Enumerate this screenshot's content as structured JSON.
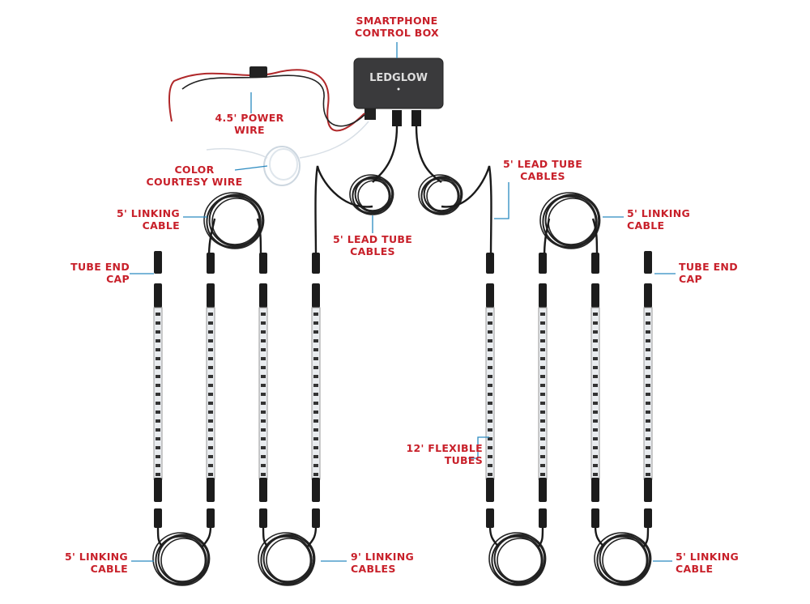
{
  "colors": {
    "label": "#c8202a",
    "leader": "#2a8ac0",
    "cable": "#1a1a1a",
    "box": "#3a3a3c",
    "power_red": "#b0282a"
  },
  "control_box": {
    "brand_logo": "LEDGLOW"
  },
  "labels": {
    "control_box": [
      "SMARTPHONE",
      "CONTROL BOX"
    ],
    "power_wire": [
      "4.5' POWER",
      "WIRE"
    ],
    "courtesy_wire": [
      "COLOR",
      "COURTESY WIRE"
    ],
    "lead_tube_right": [
      "5' LEAD TUBE",
      "CABLES"
    ],
    "lead_tube_center": [
      "5' LEAD TUBE",
      "CABLES"
    ],
    "linking_top_left": [
      "5' LINKING",
      "CABLE"
    ],
    "linking_top_right": [
      "5' LINKING",
      "CABLE"
    ],
    "end_cap_left": [
      "TUBE END",
      "CAP"
    ],
    "end_cap_right": [
      "TUBE END",
      "CAP"
    ],
    "flexible_tubes": [
      "12' FLEXIBLE",
      "TUBES"
    ],
    "linking_bottom_left": [
      "5' LINKING",
      "CABLE"
    ],
    "linking_bottom_center": [
      "9' LINKING",
      "CABLES"
    ],
    "linking_bottom_right": [
      "5' LINKING",
      "CABLE"
    ]
  }
}
